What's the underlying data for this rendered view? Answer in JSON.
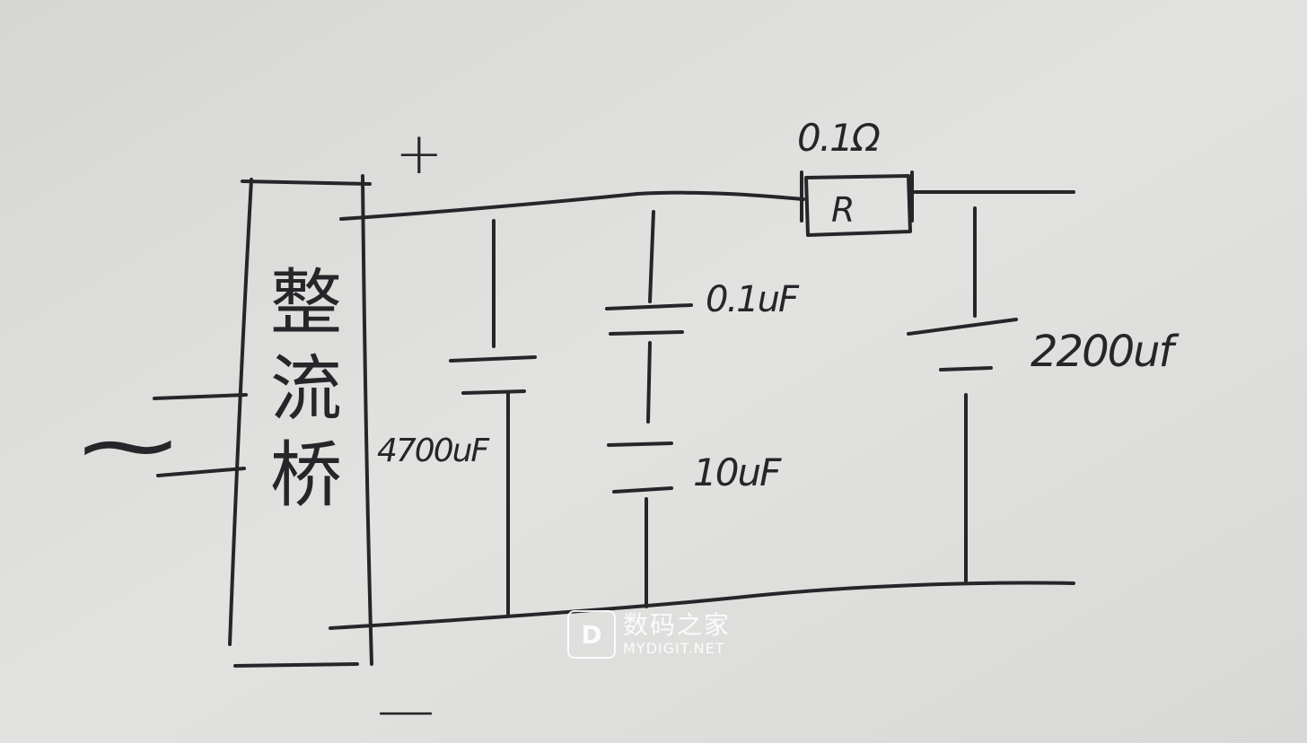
{
  "diagram": {
    "labels": {
      "positive_terminal": "+",
      "negative_terminal": "—",
      "ac_input": "~",
      "bridge_chars": [
        "整",
        "流",
        "桥"
      ],
      "resistor_value": "0.1Ω",
      "resistor_symbol": "R",
      "cap_bulk_input": "4700uF",
      "cap_small": "0.1uF",
      "cap_mid": "10uF",
      "cap_output": "2200uf"
    },
    "watermark": {
      "logo": "D",
      "name_cn": "数码之家",
      "name_en": "MYDIGIT.NET"
    },
    "colors": {
      "ink": "#26262a",
      "paper": "#dededc"
    }
  }
}
